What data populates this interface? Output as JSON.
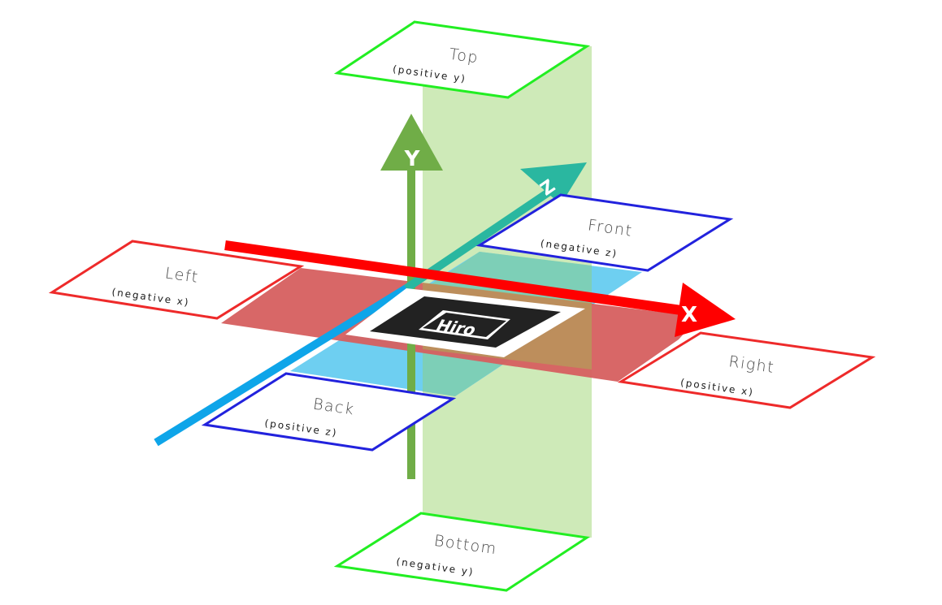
{
  "axes": {
    "x": "X",
    "y": "Y",
    "z": "Z"
  },
  "marker": {
    "text": "Hiro"
  },
  "faces": {
    "top": {
      "name": "Top",
      "sub": "(positive y)"
    },
    "bottom": {
      "name": "Bottom",
      "sub": "(negative y)"
    },
    "left": {
      "name": "Left",
      "sub": "(negative x)"
    },
    "right": {
      "name": "Right",
      "sub": "(positive x)"
    },
    "front": {
      "name": "Front",
      "sub": "(negative z)"
    },
    "back": {
      "name": "Back",
      "sub": "(positive z)"
    }
  },
  "colors": {
    "x_axis": "#ff0000",
    "y_axis": "#70ad47",
    "z_axis_front": "#2ab7a0",
    "z_axis_back": "#0ea5e9",
    "x_plane": "#d65f5f",
    "y_plane": "#c9e8b0",
    "z_plane": "#66ccf0",
    "top_bottom_border": "#22ee22",
    "left_right_border": "#ee2a2a",
    "front_back_border": "#2222dd"
  }
}
